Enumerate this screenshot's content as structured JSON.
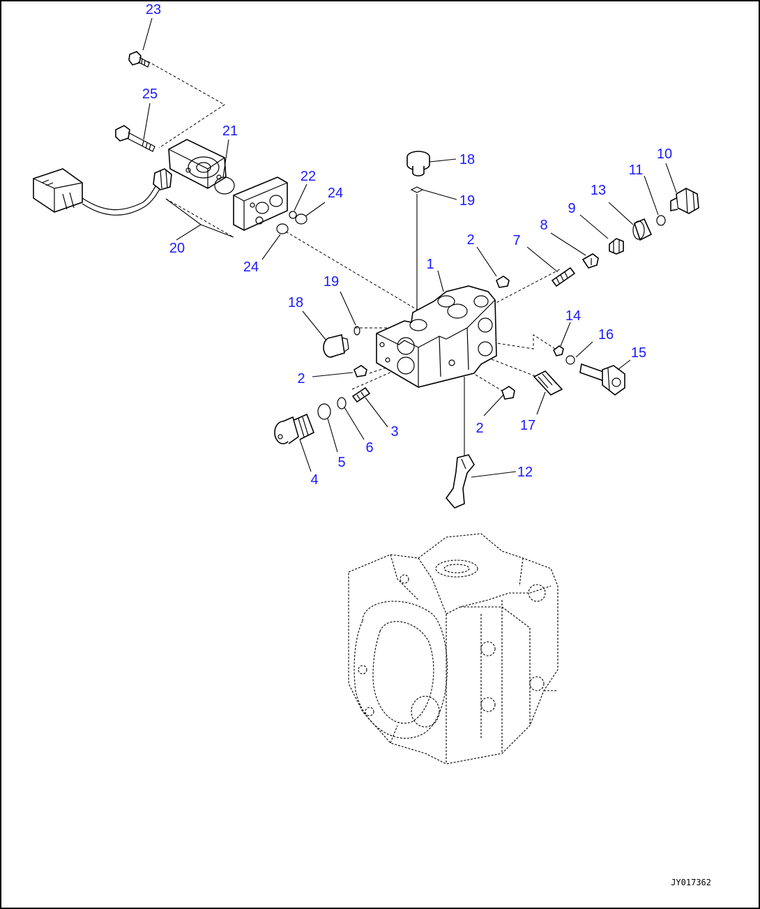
{
  "drawing_code": "JY017362",
  "callouts": [
    {
      "id": "c23",
      "text": "23"
    },
    {
      "id": "c25",
      "text": "25"
    },
    {
      "id": "c21",
      "text": "21"
    },
    {
      "id": "c22",
      "text": "22"
    },
    {
      "id": "c24a",
      "text": "24"
    },
    {
      "id": "c24b",
      "text": "24"
    },
    {
      "id": "c20",
      "text": "20"
    },
    {
      "id": "c18a",
      "text": "18"
    },
    {
      "id": "c19a",
      "text": "19"
    },
    {
      "id": "c10",
      "text": "10"
    },
    {
      "id": "c11",
      "text": "11"
    },
    {
      "id": "c13",
      "text": "13"
    },
    {
      "id": "c9",
      "text": "9"
    },
    {
      "id": "c8",
      "text": "8"
    },
    {
      "id": "c7",
      "text": "7"
    },
    {
      "id": "c2a",
      "text": "2"
    },
    {
      "id": "c1",
      "text": "1"
    },
    {
      "id": "c19b",
      "text": "19"
    },
    {
      "id": "c18b",
      "text": "18"
    },
    {
      "id": "c14",
      "text": "14"
    },
    {
      "id": "c16",
      "text": "16"
    },
    {
      "id": "c15",
      "text": "15"
    },
    {
      "id": "c2b",
      "text": "2"
    },
    {
      "id": "c3",
      "text": "3"
    },
    {
      "id": "c6",
      "text": "6"
    },
    {
      "id": "c5",
      "text": "5"
    },
    {
      "id": "c4",
      "text": "4"
    },
    {
      "id": "c2c",
      "text": "2"
    },
    {
      "id": "c17",
      "text": "17"
    },
    {
      "id": "c12",
      "text": "12"
    }
  ]
}
